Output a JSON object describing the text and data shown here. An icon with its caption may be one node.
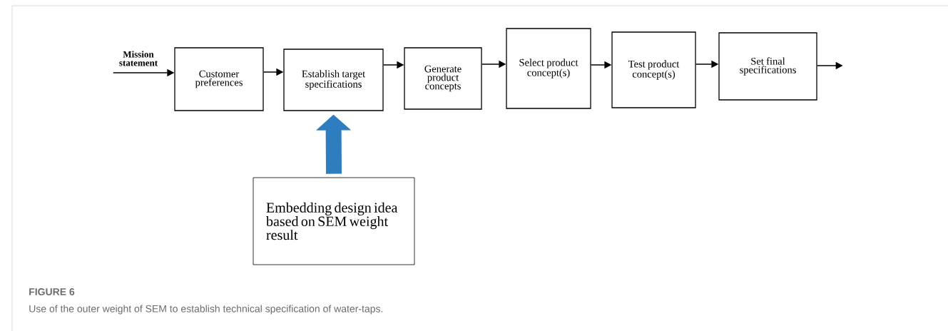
{
  "diagram": {
    "title": "FIGURE 6",
    "caption": "Use of the outer weight of SEM to establish technical specification of water-taps.",
    "nodes": [
      {
        "text": [
          "Mission statement"
        ]
      },
      {
        "text": [
          "Customer preferences"
        ]
      },
      {
        "text": [
          "Establish target specifications"
        ]
      },
      {
        "text": [
          "Generate product concepts"
        ]
      },
      {
        "text": [
          "Select product concept(s)"
        ]
      },
      {
        "text": [
          "Test product concept(s)"
        ]
      },
      {
        "text": [
          "Set final specifications"
        ]
      },
      {
        "text": [
          "Embedding design idea based on SEM weight result"
        ]
      }
    ],
    "edges": [
      {
        "from": 0,
        "to": 1,
        "arrow": "to"
      },
      {
        "from": 1,
        "to": 2,
        "arrow": "to"
      },
      {
        "from": 2,
        "to": 3,
        "arrow": "to"
      },
      {
        "from": 3,
        "to": 4,
        "arrow": "to"
      },
      {
        "from": 4,
        "to": 5,
        "arrow": "to"
      },
      {
        "from": 5,
        "to": 6,
        "arrow": "to"
      },
      {
        "from": 6,
        "to": null,
        "arrow": "to"
      },
      {
        "from": 7,
        "to": 2,
        "arrow": "to",
        "style": "thick",
        "color": "#2e7ebf"
      }
    ]
  }
}
